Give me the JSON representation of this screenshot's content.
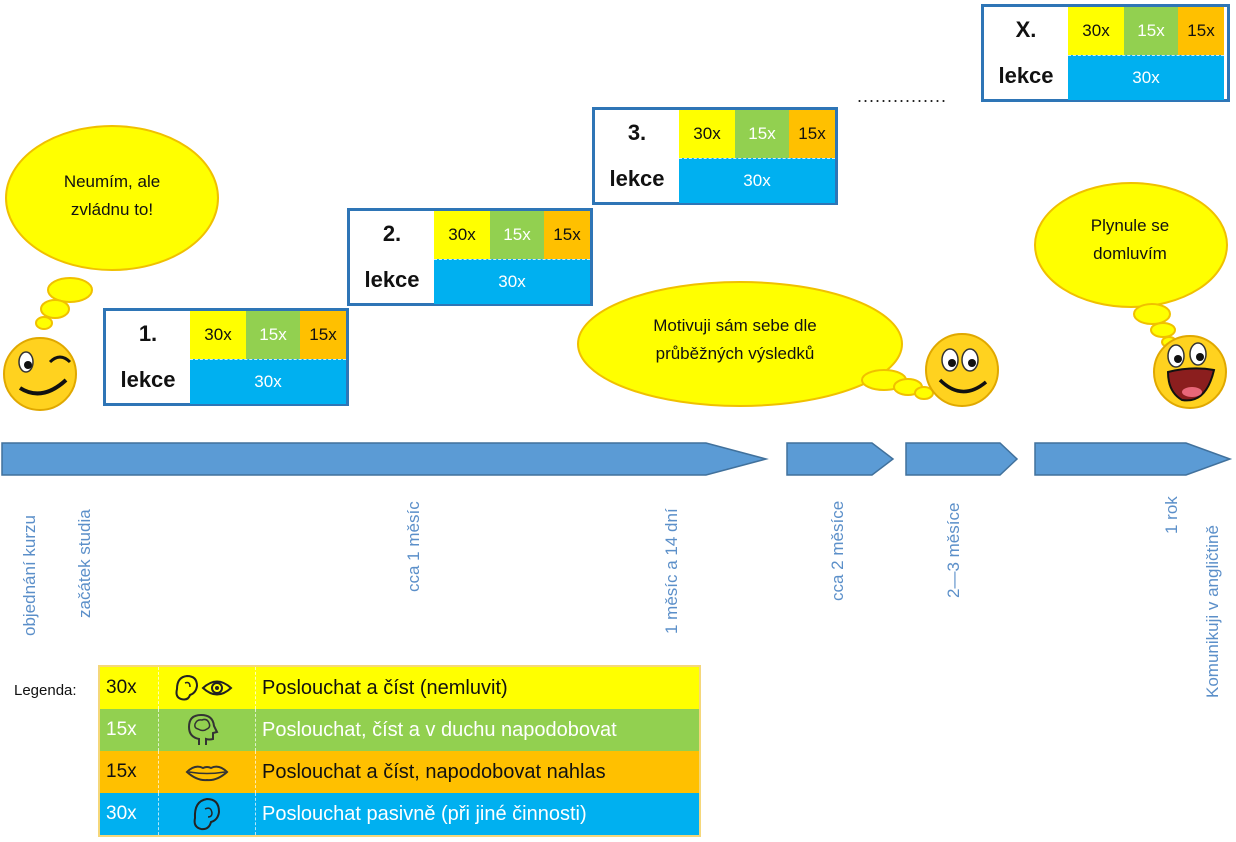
{
  "lessons": [
    {
      "number": "1.",
      "word": "lekce",
      "cells": [
        "30x",
        "15x",
        "15x"
      ],
      "bottom": "30x"
    },
    {
      "number": "2.",
      "word": "lekce",
      "cells": [
        "30x",
        "15x",
        "15x"
      ],
      "bottom": "30x"
    },
    {
      "number": "3.",
      "word": "lekce",
      "cells": [
        "30x",
        "15x",
        "15x"
      ],
      "bottom": "30x"
    },
    {
      "number": "X.",
      "word": "lekce",
      "cells": [
        "30x",
        "15x",
        "15x"
      ],
      "bottom": "30x"
    }
  ],
  "dots": "...............",
  "bubbles": {
    "start": {
      "line1": "Neumím, ale",
      "line2": "zvládnu to!"
    },
    "middle": {
      "line1": "Motivuji sám sebe dle",
      "line2": "průběžných výsledků"
    },
    "end": {
      "line1": "Plynule se",
      "line2": "domluvím"
    }
  },
  "timeline_labels": [
    "objednání kurzu",
    "začátek studia",
    "cca 1 měsíc",
    "1 měsíc a 14 dní",
    "cca 2 měsíce",
    "2—3 měsíce",
    "1 rok",
    "Komunikuji v angličtině"
  ],
  "legend": {
    "title": "Legenda:",
    "rows": [
      {
        "count": "30x",
        "icon": "ear-eye-icon",
        "text": "Poslouchat a číst (nemluvit)",
        "bg": "#ffff00",
        "color": "#111111"
      },
      {
        "count": "15x",
        "icon": "head-brain-icon",
        "text": "Poslouchat, číst a v duchu napodobovat",
        "bg": "#92d050",
        "color": "#ffffff"
      },
      {
        "count": "15x",
        "icon": "lips-icon",
        "text": "Poslouchat a číst, napodobovat nahlas",
        "bg": "#ffc000",
        "color": "#111111"
      },
      {
        "count": "30x",
        "icon": "ear-icon",
        "text": "Poslouchat pasivně (při jiné činnosti)",
        "bg": "#00b0f0",
        "color": "#ffffff"
      }
    ]
  },
  "colors": {
    "yellow": "#ffff00",
    "green": "#92d050",
    "orange": "#ffc000",
    "blue": "#00b0f0",
    "arrow": "#5b9bd5",
    "label": "#5b8fc9"
  }
}
